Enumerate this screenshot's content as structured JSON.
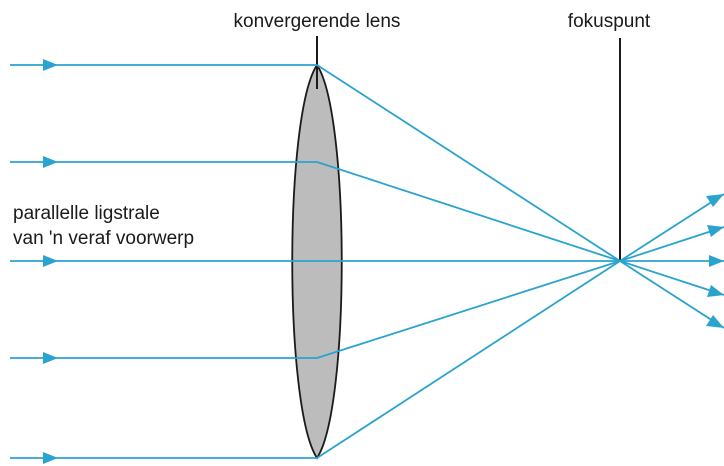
{
  "labels": {
    "lens": "konvergerende lens",
    "focal_point": "fokuspunt",
    "parallel_rays_line1": "parallelle ligstrale",
    "parallel_rays_line2": "van 'n veraf voorwerp"
  },
  "incoming_ray_count": 5,
  "outgoing_ray_count": 5,
  "colors": {
    "ray": "#2aa3cf",
    "lens_fill": "#bdbcbd",
    "lens_stroke": "#1a1a1a",
    "pointer_line": "#1a1a1a",
    "text": "#1a1a1a"
  }
}
